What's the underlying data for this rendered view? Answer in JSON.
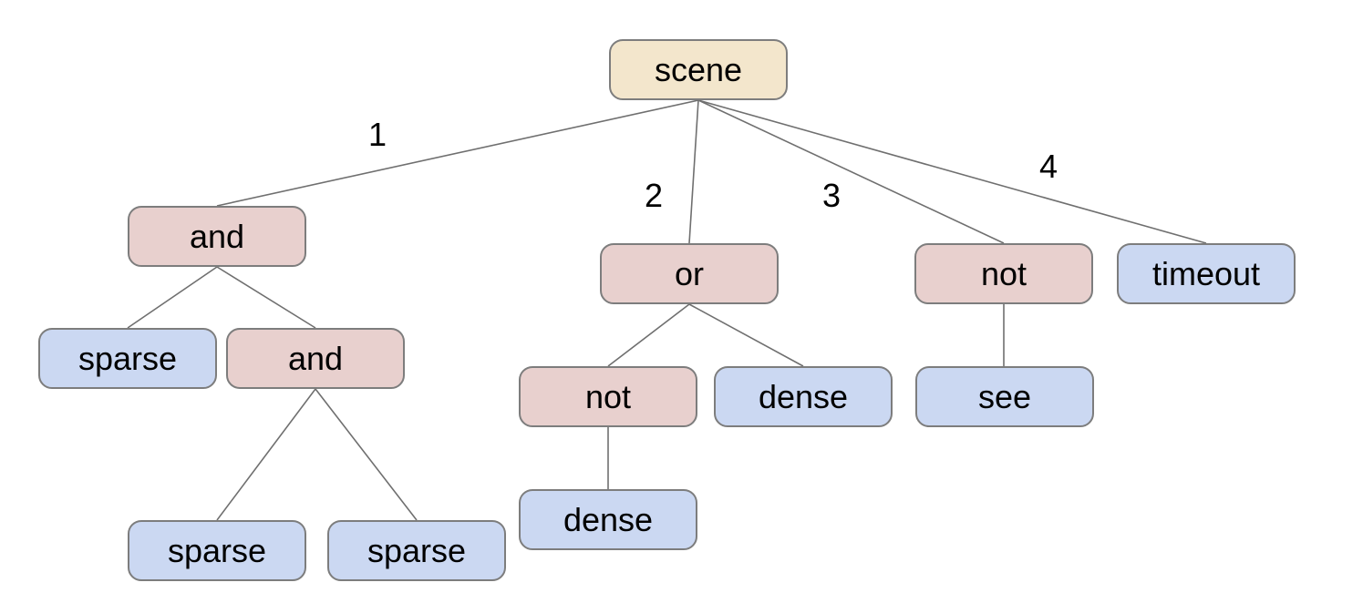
{
  "diagram": {
    "type": "tree",
    "colors": {
      "root_fill": "#f3e6cc",
      "operator_fill": "#e8d0ce",
      "leaf_fill": "#cbd8f2",
      "node_border": "#7d7d7d",
      "edge_line": "#6f6f6f",
      "text": "#000000",
      "background": "#ffffff"
    },
    "nodes": [
      {
        "id": "scene",
        "label": "scene",
        "kind": "root",
        "parent": null,
        "edge_label": null
      },
      {
        "id": "and-1",
        "label": "and",
        "kind": "operator",
        "parent": "scene",
        "edge_label": "1"
      },
      {
        "id": "or-1",
        "label": "or",
        "kind": "operator",
        "parent": "scene",
        "edge_label": "2"
      },
      {
        "id": "not-1",
        "label": "not",
        "kind": "operator",
        "parent": "scene",
        "edge_label": "3"
      },
      {
        "id": "timeout-1",
        "label": "timeout",
        "kind": "leaf",
        "parent": "scene",
        "edge_label": "4"
      },
      {
        "id": "sparse-1",
        "label": "sparse",
        "kind": "leaf",
        "parent": "and-1",
        "edge_label": null
      },
      {
        "id": "and-2",
        "label": "and",
        "kind": "operator",
        "parent": "and-1",
        "edge_label": null
      },
      {
        "id": "not-2",
        "label": "not",
        "kind": "operator",
        "parent": "or-1",
        "edge_label": null
      },
      {
        "id": "dense-1",
        "label": "dense",
        "kind": "leaf",
        "parent": "or-1",
        "edge_label": null
      },
      {
        "id": "see-1",
        "label": "see",
        "kind": "leaf",
        "parent": "not-1",
        "edge_label": null
      },
      {
        "id": "sparse-2",
        "label": "sparse",
        "kind": "leaf",
        "parent": "and-2",
        "edge_label": null
      },
      {
        "id": "sparse-3",
        "label": "sparse",
        "kind": "leaf",
        "parent": "and-2",
        "edge_label": null
      },
      {
        "id": "dense-2",
        "label": "dense",
        "kind": "leaf",
        "parent": "not-2",
        "edge_label": null
      }
    ]
  }
}
